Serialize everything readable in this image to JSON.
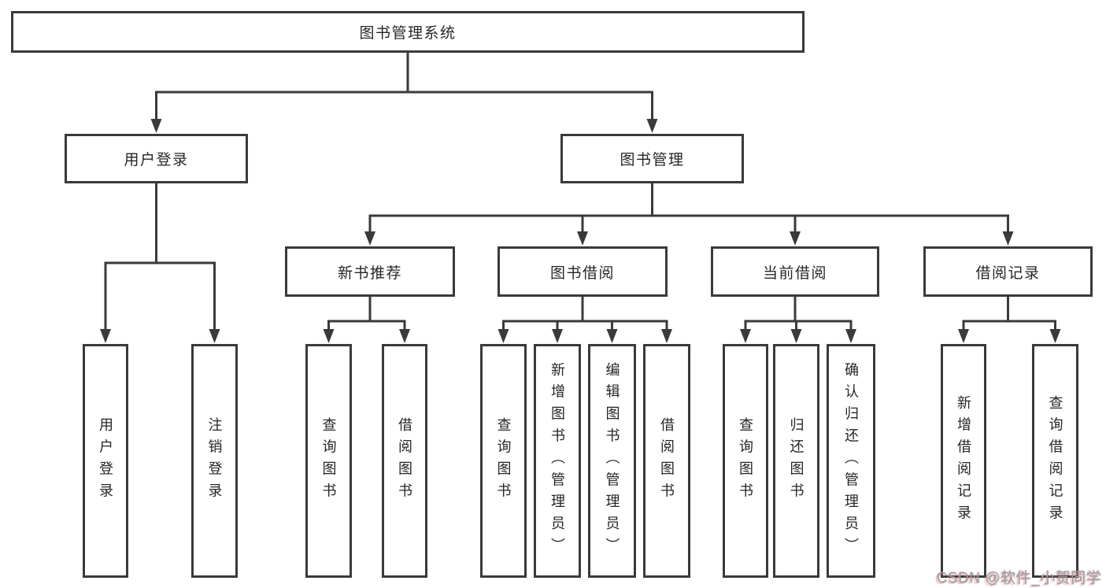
{
  "colors": {
    "background": "#ffffff",
    "line": "#3a3a3a",
    "box_border": "#3a3a3a",
    "text": "#262626",
    "watermark_text": "#9f9f9f",
    "watermark_shadow": "#f4788a"
  },
  "watermark": {
    "text": "CSDN @软件_小贺同学"
  },
  "tree": {
    "root": {
      "label": "图书管理系统"
    },
    "branches": [
      {
        "label": "用户登录",
        "children": [
          {
            "label": "用户登录"
          },
          {
            "label": "注销登录"
          }
        ]
      },
      {
        "label": "图书管理",
        "children": [
          {
            "label": "新书推荐",
            "children": [
              {
                "label": "查询图书"
              },
              {
                "label": "借阅图书"
              }
            ]
          },
          {
            "label": "图书借阅",
            "children": [
              {
                "label": "查询图书"
              },
              {
                "label": "新增图书（管理员）"
              },
              {
                "label": "编辑图书（管理员）"
              },
              {
                "label": "借阅图书"
              }
            ]
          },
          {
            "label": "当前借阅",
            "children": [
              {
                "label": "查询图书"
              },
              {
                "label": "归还图书"
              },
              {
                "label": "确认归还（管理员）"
              }
            ]
          },
          {
            "label": "借阅记录",
            "children": [
              {
                "label": "新增借阅记录"
              },
              {
                "label": "查询借阅记录"
              }
            ]
          }
        ]
      }
    ]
  }
}
